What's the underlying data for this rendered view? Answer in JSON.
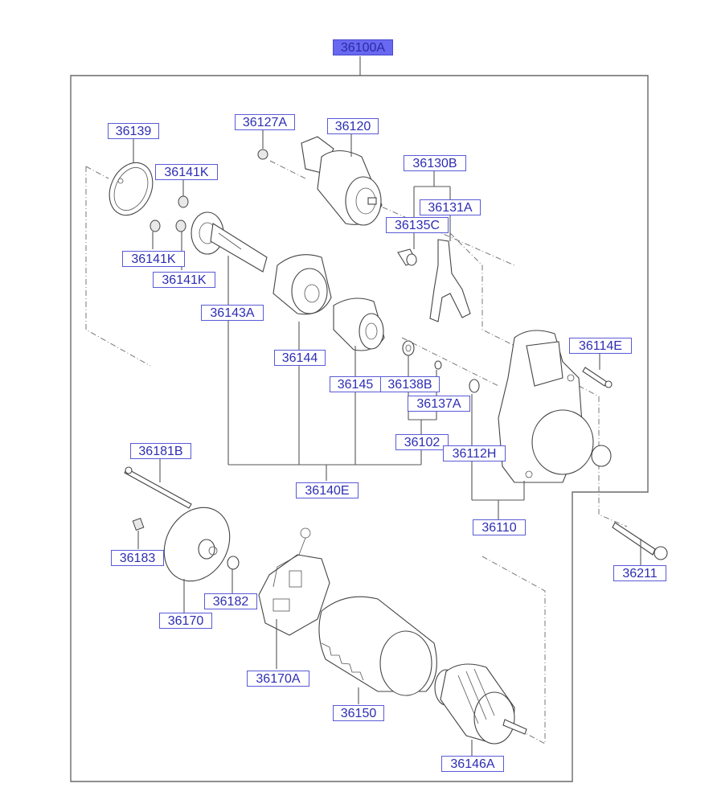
{
  "diagram": {
    "title": "Starter motor exploded parts diagram",
    "assembly_label": "36100A",
    "labels": {
      "l36100A": "36100A",
      "l36139": "36139",
      "l36127A": "36127A",
      "l36120": "36120",
      "l36130B": "36130B",
      "l36141K_a": "36141K",
      "l36131A": "36131A",
      "l36135C": "36135C",
      "l36141K_b": "36141K",
      "l36141K_c": "36141K",
      "l36143A": "36143A",
      "l36114E": "36114E",
      "l36144": "36144",
      "l36145": "36145",
      "l36138B": "36138B",
      "l36137A": "36137A",
      "l36102": "36102",
      "l36112H": "36112H",
      "l36181B": "36181B",
      "l36140E": "36140E",
      "l36110": "36110",
      "l36183": "36183",
      "l36211": "36211",
      "l36182": "36182",
      "l36170": "36170",
      "l36170A": "36170A",
      "l36150": "36150",
      "l36146A": "36146A"
    },
    "colors": {
      "label_border": "#5a5ad8",
      "label_text": "#2d2db4",
      "assembly_fill": "#6868f0",
      "line": "#555555"
    }
  }
}
